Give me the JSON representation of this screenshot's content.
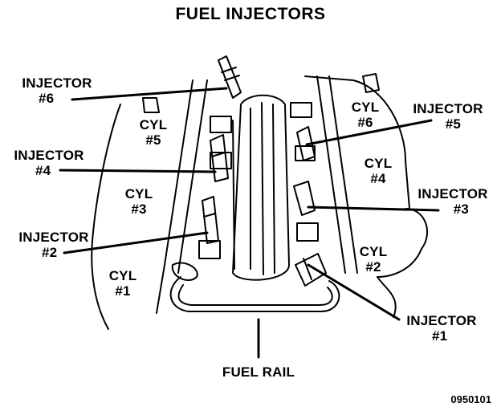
{
  "title": "FUEL INJECTORS",
  "figure_code": "0950101",
  "injectors": [
    {
      "id": "6",
      "line1": "INJECTOR",
      "line2": "#6"
    },
    {
      "id": "5",
      "line1": "INJECTOR",
      "line2": "#5"
    },
    {
      "id": "4",
      "line1": "INJECTOR",
      "line2": "#4"
    },
    {
      "id": "3",
      "line1": "INJECTOR",
      "line2": "#3"
    },
    {
      "id": "2",
      "line1": "INJECTOR",
      "line2": "#2"
    },
    {
      "id": "1",
      "line1": "INJECTOR",
      "line2": "#1"
    }
  ],
  "cylinders": [
    {
      "id": "1",
      "line1": "CYL",
      "line2": "#1"
    },
    {
      "id": "2",
      "line1": "CYL",
      "line2": "#2"
    },
    {
      "id": "3",
      "line1": "CYL",
      "line2": "#3"
    },
    {
      "id": "4",
      "line1": "CYL",
      "line2": "#4"
    },
    {
      "id": "5",
      "line1": "CYL",
      "line2": "#5"
    },
    {
      "id": "6",
      "line1": "CYL",
      "line2": "#6"
    }
  ],
  "fuel_rail_label": "FUEL RAIL"
}
